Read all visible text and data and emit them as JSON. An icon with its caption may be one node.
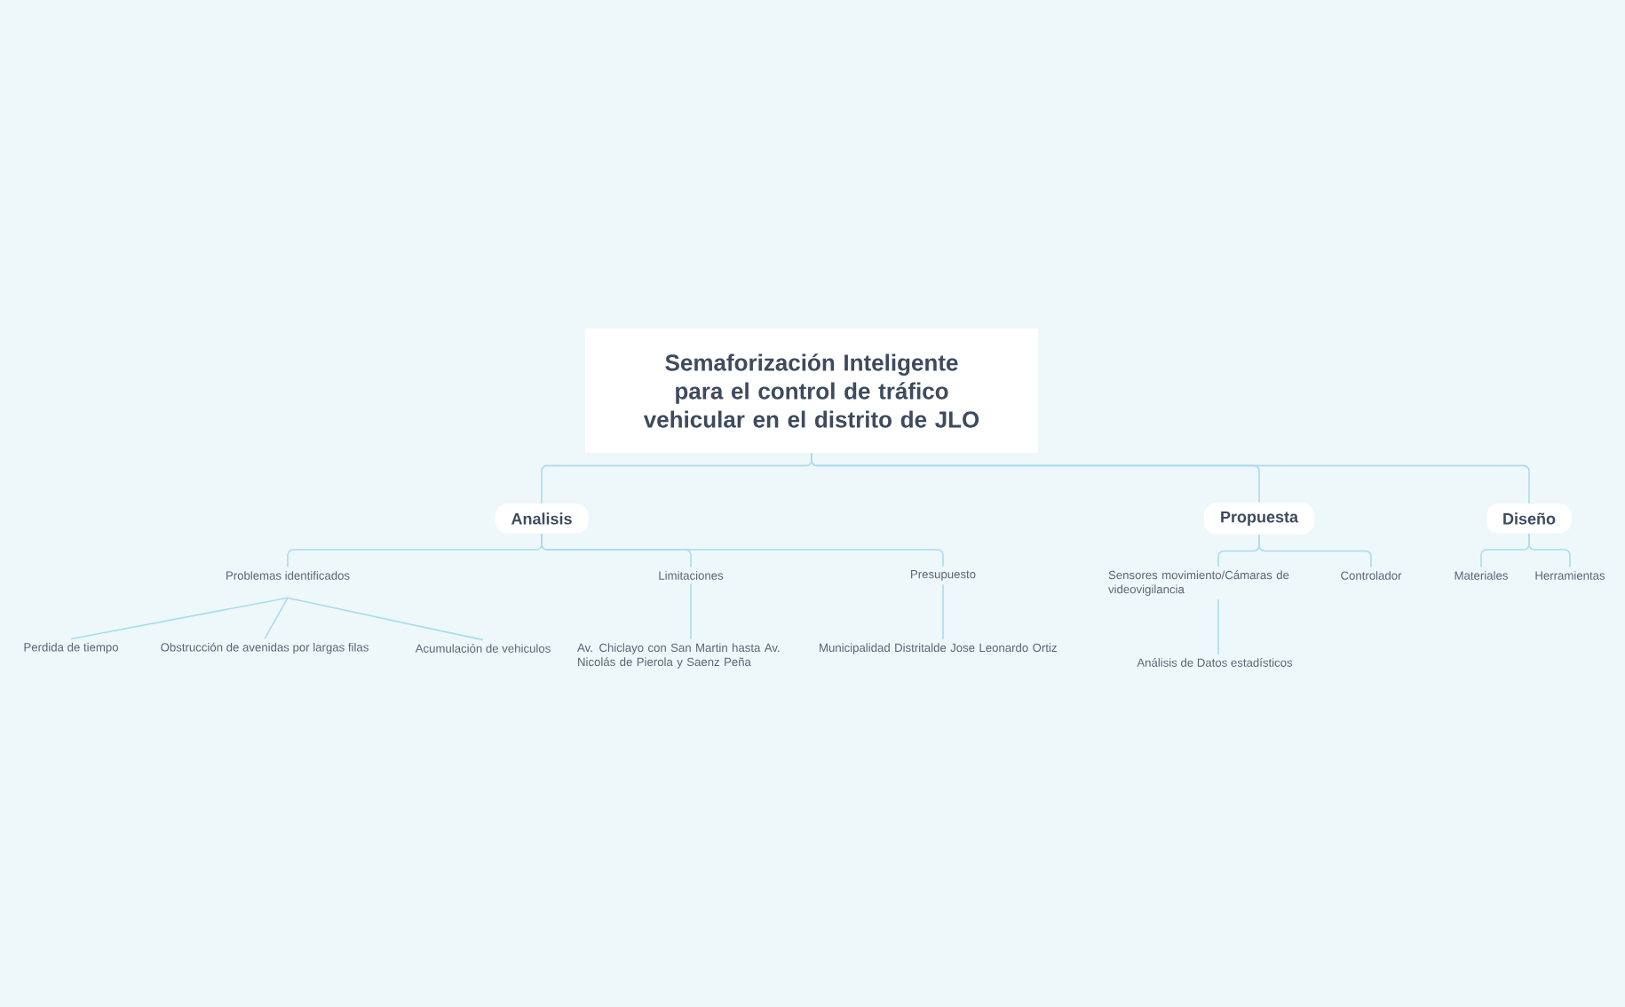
{
  "diagram": {
    "nodes": [
      {
        "text": [
          "Semaforización Inteligente para el control de tráfico vehicular en el distrito de JLO"
        ]
      },
      {
        "text": [
          "Analisis"
        ]
      },
      {
        "text": [
          "Propuesta"
        ]
      },
      {
        "text": [
          "Diseño"
        ]
      },
      {
        "text": [
          "Problemas identificados"
        ]
      },
      {
        "text": [
          "Limitaciones"
        ]
      },
      {
        "text": [
          "Presupuesto"
        ]
      },
      {
        "text": [
          "Perdida de tiempo"
        ]
      },
      {
        "text": [
          "Obstrucción de avenidas por largas filas"
        ]
      },
      {
        "text": [
          "Acumulación de vehiculos"
        ]
      },
      {
        "text": [
          "Av. Chiclayo con San Martin hasta Av. Nicolás de Pierola y Saenz Peña"
        ]
      },
      {
        "text": [
          "Municipalidad Distritalde Jose Leonardo Ortiz"
        ]
      },
      {
        "text": [
          "Sensores movimiento/Cámaras de videovigilancia"
        ]
      },
      {
        "text": [
          "Controlador"
        ]
      },
      {
        "text": [
          "Análisis de Datos estadísticos"
        ]
      },
      {
        "text": [
          "Materiales"
        ]
      },
      {
        "text": [
          "Herramientas"
        ]
      }
    ],
    "edges": [
      {
        "from": 0,
        "to": 1,
        "arrow": "none"
      },
      {
        "from": 0,
        "to": 2,
        "arrow": "none"
      },
      {
        "from": 0,
        "to": 3,
        "arrow": "none"
      },
      {
        "from": 1,
        "to": 4,
        "arrow": "none"
      },
      {
        "from": 1,
        "to": 5,
        "arrow": "none"
      },
      {
        "from": 1,
        "to": 6,
        "arrow": "none"
      },
      {
        "from": 4,
        "to": 7,
        "arrow": "none"
      },
      {
        "from": 4,
        "to": 8,
        "arrow": "none"
      },
      {
        "from": 4,
        "to": 9,
        "arrow": "none"
      },
      {
        "from": 5,
        "to": 10,
        "arrow": "none"
      },
      {
        "from": 6,
        "to": 11,
        "arrow": "none"
      },
      {
        "from": 2,
        "to": 12,
        "arrow": "none"
      },
      {
        "from": 2,
        "to": 13,
        "arrow": "none"
      },
      {
        "from": 12,
        "to": 14,
        "arrow": "none"
      },
      {
        "from": 3,
        "to": 15,
        "arrow": "none"
      },
      {
        "from": 3,
        "to": 16,
        "arrow": "none"
      }
    ]
  }
}
